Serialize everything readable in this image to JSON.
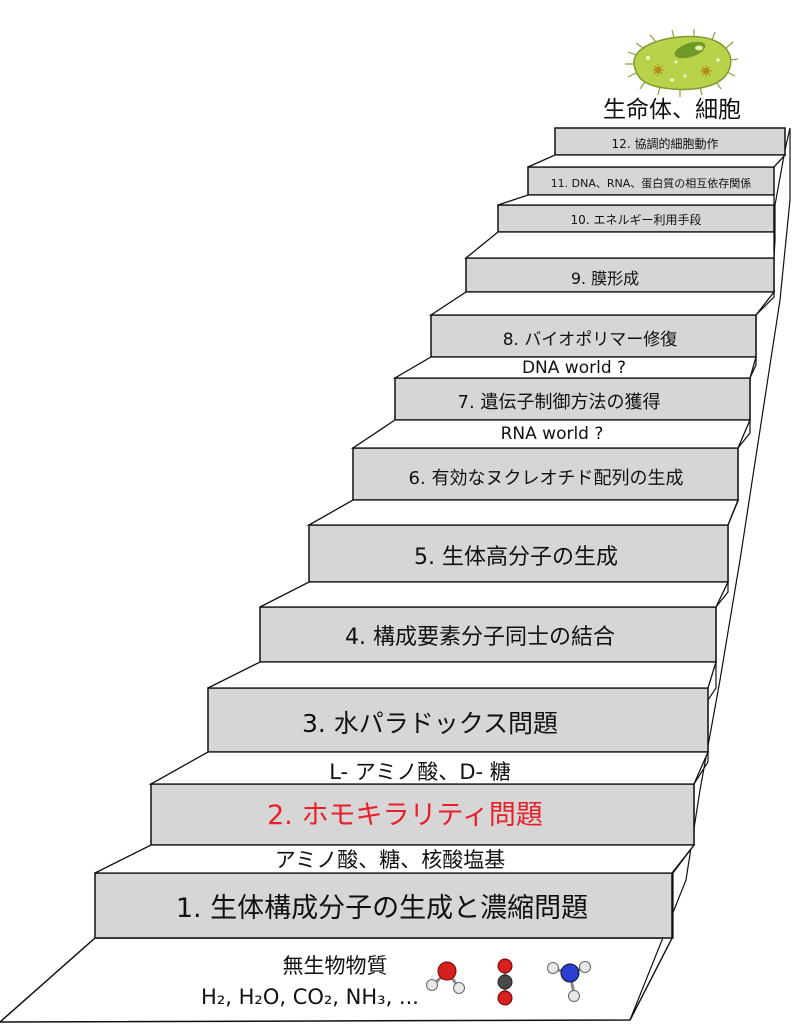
{
  "top_label": "生命体、細胞",
  "steps": [
    {
      "label": "1. 生体構成分子の生成と濃縮問題",
      "highlight": false
    },
    {
      "label": "2. ホモキラリティ問題",
      "highlight": true
    },
    {
      "label": "3. 水パラドックス問題",
      "highlight": false
    },
    {
      "label": "4. 構成要素分子同士の結合",
      "highlight": false
    },
    {
      "label": "5. 生体高分子の生成",
      "highlight": false
    },
    {
      "label": "6. 有効なヌクレオチド配列の生成",
      "highlight": false
    },
    {
      "label": "7. 遺伝子制御方法の獲得",
      "highlight": false
    },
    {
      "label": "8. バイオポリマー修復",
      "highlight": false
    },
    {
      "label": "9. 膜形成",
      "highlight": false
    },
    {
      "label": "10. エネルギー利用手段",
      "highlight": false
    },
    {
      "label": "11. DNA、RNA、蛋白質の相互依存関係",
      "highlight": false
    },
    {
      "label": "12. 協調的細胞動作",
      "highlight": false
    }
  ],
  "tread_notes": {
    "above_1": "アミノ酸、糖、核酸塩基",
    "above_2": "L- アミノ酸、D- 糖",
    "above_6": "RNA world ?",
    "above_7": "DNA world ?"
  },
  "base": {
    "title": "無生物物質",
    "molecules_line": "H₂, H₂O, CO₂, NH₃, ..."
  },
  "colors": {
    "riser_fill": "#d6d6d6",
    "highlight_text": "#e8202a",
    "cell_body": "#b8d24a",
    "cell_nucleus": "#7ca62a"
  }
}
